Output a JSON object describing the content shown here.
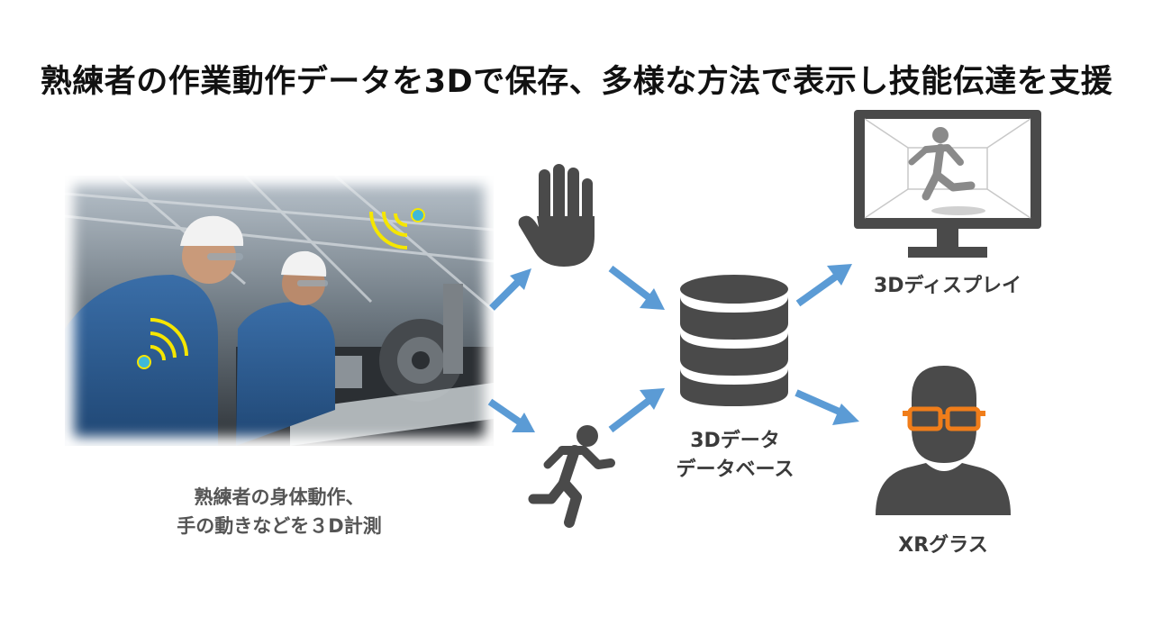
{
  "title": "熟練者の作業動作データを3Dで保存、多様な方法で表示し技能伝達を支援",
  "photo_caption": {
    "line1": "熟練者の身体動作、",
    "line2": "手の動きなどを３D計測"
  },
  "database": {
    "line1": "3Dデータ",
    "line2": "データベース"
  },
  "display_label": "3Dディスプレイ",
  "xr_label": "XRグラス",
  "colors": {
    "arrow": "#5b9bd5",
    "icon": "#4a4a4a",
    "sensor_wave": "#f5e600",
    "sensor_dot": "#3fb8d8",
    "glasses": "#f07d1a"
  }
}
